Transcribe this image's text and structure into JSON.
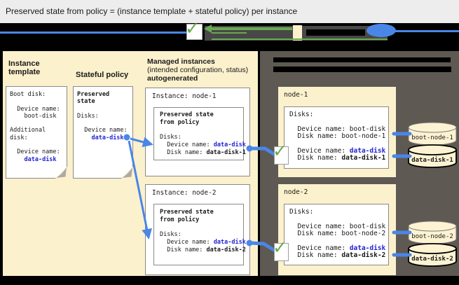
{
  "title": "Preserved state from policy = (instance template + stateful policy) per instance",
  "icons": {
    "check": "✓"
  },
  "mig": {
    "instance_template": {
      "heading": "Instance\ntemplate",
      "body": "Boot disk:\n\n  Device name:\n    boot-disk\n\nAdditional\ndisk:\n\n  Device name:\n    ",
      "highlight": "data-disk"
    },
    "stateful_policy": {
      "heading": "Stateful policy",
      "subtitle": "Preserved\nstate",
      "body": "\n\nDisks:\n\n  Device name:\n    ",
      "highlight": "data-disk"
    },
    "managed_heading": {
      "line1": "Managed instances",
      "line2": "(intended configuration, status)",
      "line3": "autogenerated"
    },
    "instances": [
      {
        "title": "Instance: node-1",
        "preserved": "Preserved state\nfrom policy",
        "body": "\n\nDisks:\n  Device name: ",
        "device": "data-disk",
        "mid": "\n  Disk name: ",
        "disk": "data-disk-1"
      },
      {
        "title": "Instance: node-2",
        "preserved": "Preserved state\nfrom policy",
        "body": "\n\nDisks:\n  Device name: ",
        "device": "data-disk",
        "mid": "\n  Disk name: ",
        "disk": "data-disk-2"
      }
    ]
  },
  "project": {
    "vms": [
      {
        "name": "node-1",
        "body": "Disks:\n\n  Device name: boot-disk\n  Disk name: boot-node-1\n\n  Device name: ",
        "device": "data-disk",
        "mid": "\n  Disk name: ",
        "disk": "data-disk-1"
      },
      {
        "name": "node-2",
        "body": "Disks:\n\n  Device name: boot-disk\n  Disk name: boot-node-2\n\n  Device name: ",
        "device": "data-disk",
        "mid": "\n  Disk name: ",
        "disk": "data-disk-2"
      }
    ],
    "disks": [
      {
        "label": "boot-node-1"
      },
      {
        "label": "data-disk-1"
      },
      {
        "label": "boot-node-2"
      },
      {
        "label": "data-disk-2"
      }
    ]
  },
  "colors": {
    "cream": "#fcf1cd",
    "panel_dark": "#5e5953",
    "blue_graphic": "#4a86e8",
    "blue_text": "#2424d2",
    "green": "#6aa84f",
    "titlebar_gray": "#ededed"
  }
}
